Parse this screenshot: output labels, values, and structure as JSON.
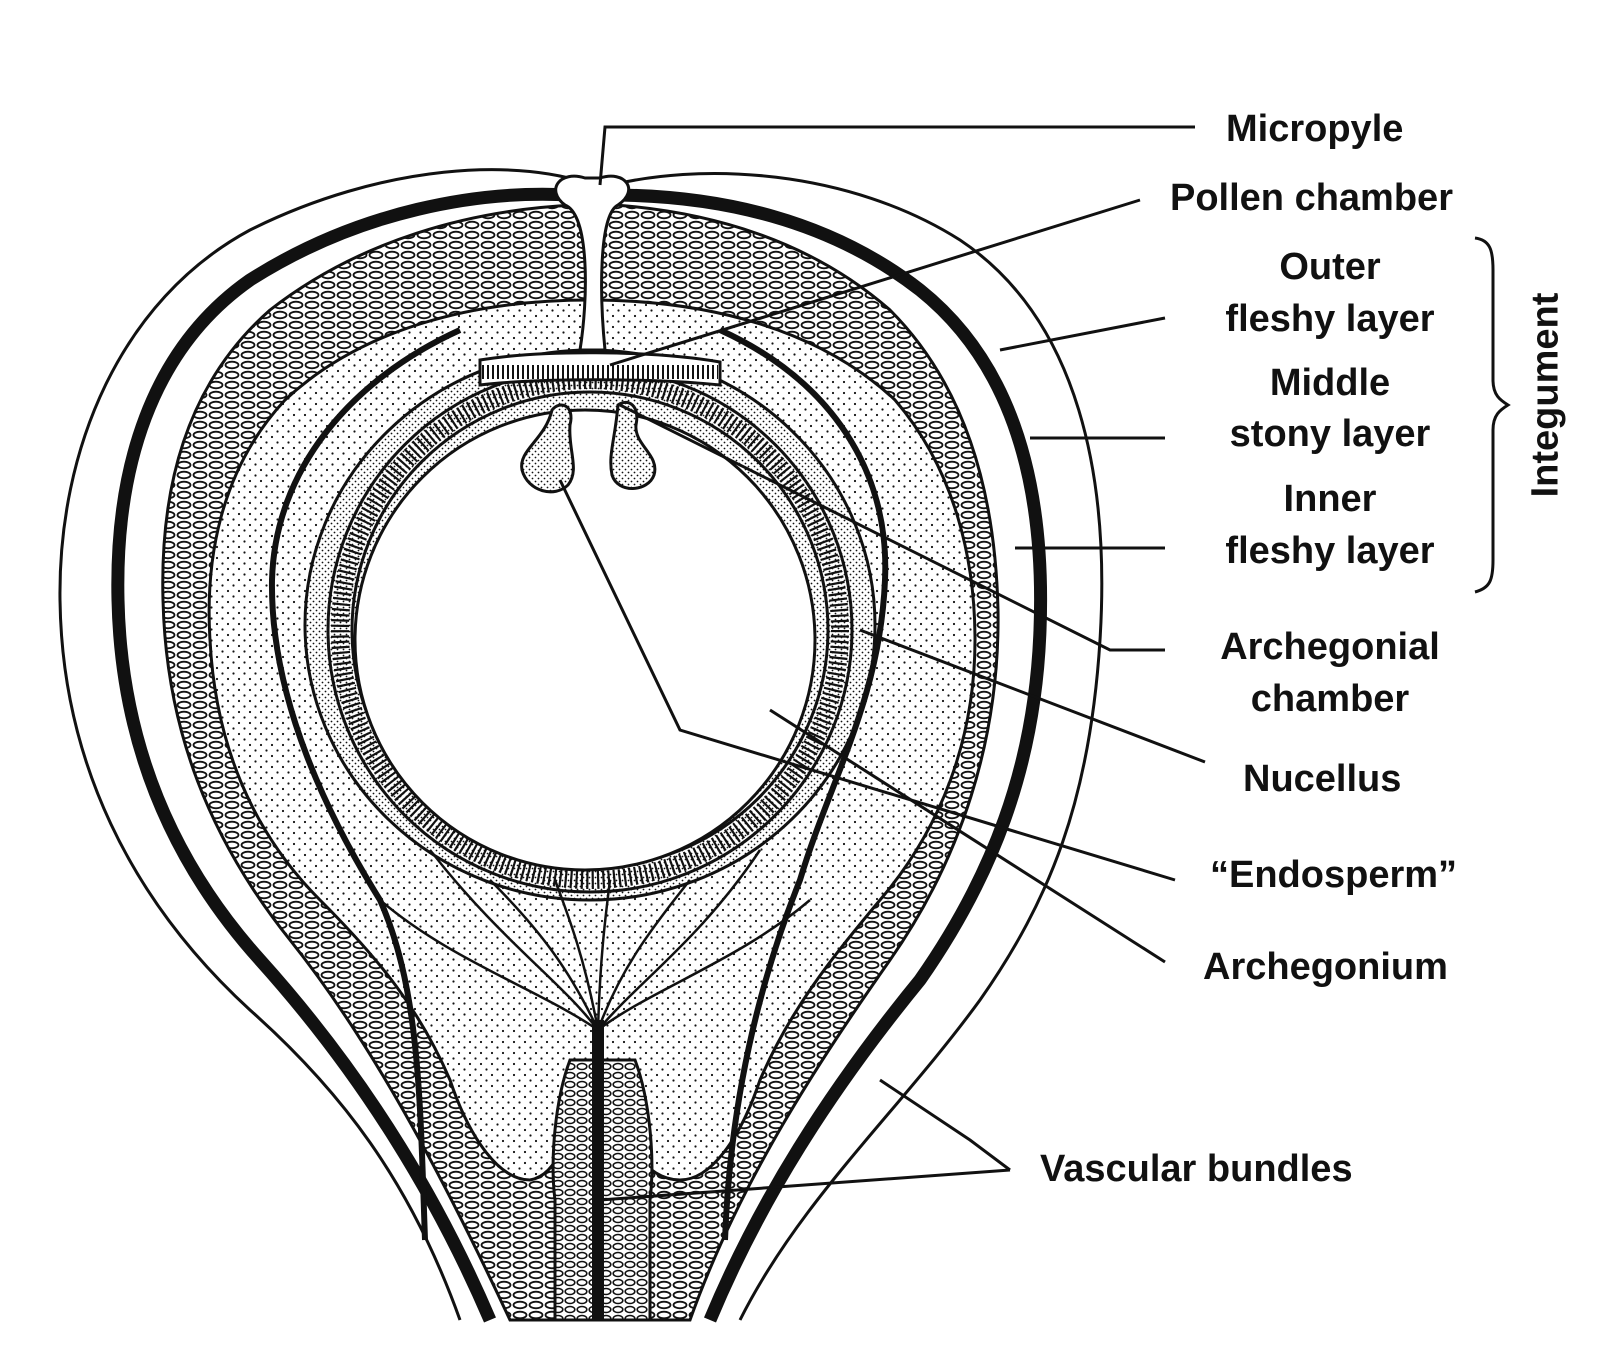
{
  "labels": {
    "micropyle": "Micropyle",
    "pollen_chamber": "Pollen chamber",
    "outer_fleshy_1": "Outer",
    "outer_fleshy_2": "fleshy layer",
    "middle_stony_1": "Middle",
    "middle_stony_2": "stony layer",
    "inner_fleshy_1": "Inner",
    "inner_fleshy_2": "fleshy layer",
    "archegonial_1": "Archegonial",
    "archegonial_2": "chamber",
    "nucellus": "Nucellus",
    "endosperm": "“Endosperm”",
    "archegonium": "Archegonium",
    "vascular_bundles": "Vascular bundles",
    "integument": "Integument"
  },
  "colors": {
    "ink": "#111111",
    "paper": "#ffffff"
  }
}
